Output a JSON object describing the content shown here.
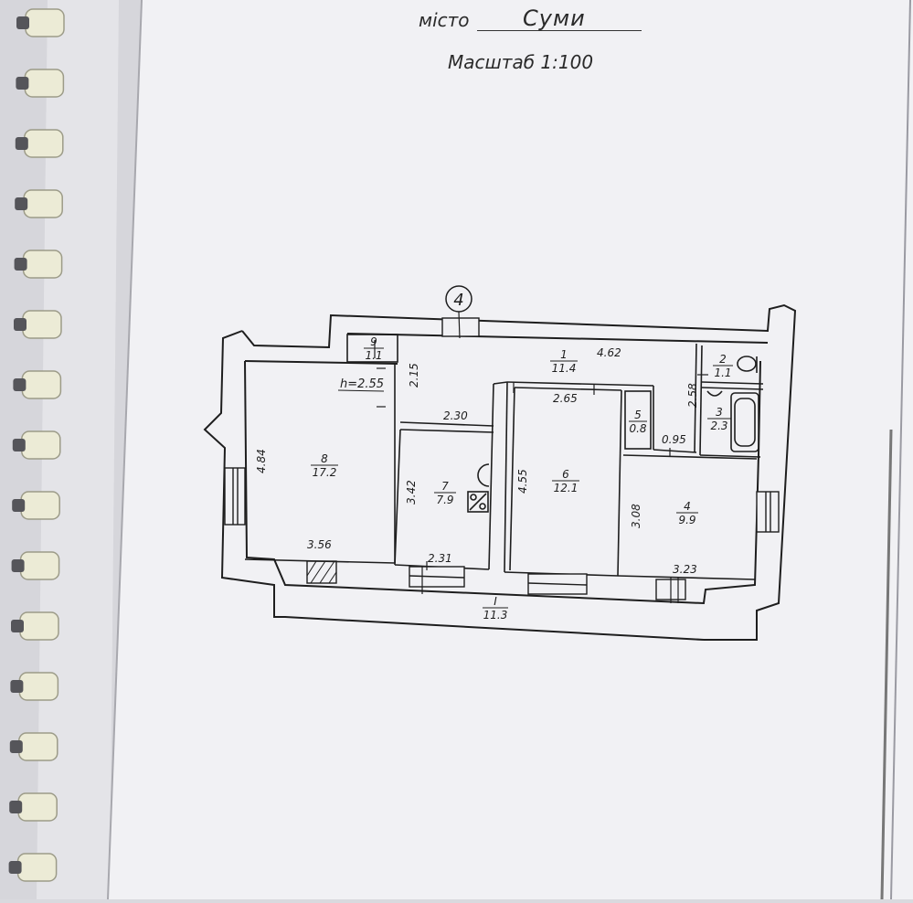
{
  "header": {
    "city_label": "місто",
    "city_name": "Суми",
    "scale": "Масштаб 1:100"
  },
  "axis_marker": "4",
  "ceiling_height": "h=2.55",
  "rooms": [
    {
      "id": "9",
      "num": "9",
      "area": "1.1"
    },
    {
      "id": "1",
      "num": "1",
      "area": "11.4"
    },
    {
      "id": "2",
      "num": "2",
      "area": "1.1"
    },
    {
      "id": "3",
      "num": "3",
      "area": "2.3"
    },
    {
      "id": "5",
      "num": "5",
      "area": "0.8"
    },
    {
      "id": "8",
      "num": "8",
      "area": "17.2"
    },
    {
      "id": "7",
      "num": "7",
      "area": "7.9"
    },
    {
      "id": "6",
      "num": "6",
      "area": "12.1"
    },
    {
      "id": "4",
      "num": "4",
      "area": "9.9"
    },
    {
      "id": "balcony",
      "num": "I",
      "area": "11.3"
    }
  ],
  "dimensions": {
    "d_4_62": "4.62",
    "d_2_15": "2.15",
    "d_2_30": "2.30",
    "d_2_65": "2.65",
    "d_2_58": "2.58",
    "d_0_95": "0.95",
    "d_4_84": "4.84",
    "d_3_42": "3.42",
    "d_4_55": "4.55",
    "d_3_08": "3.08",
    "d_3_56": "3.56",
    "d_2_31": "2.31",
    "d_3_23": "3.23"
  },
  "colors": {
    "paper": "#f2f2f4",
    "background": "#d9d9de",
    "ink": "#1e1e1e",
    "binding": "#ecebd6"
  }
}
